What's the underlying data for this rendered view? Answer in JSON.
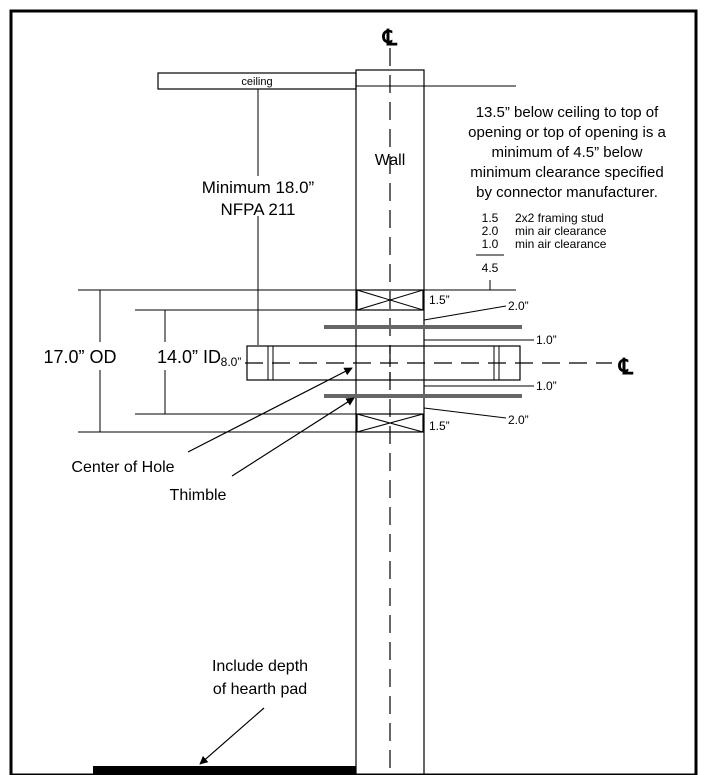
{
  "centerline_symbol": "℄",
  "labels": {
    "ceiling": "ceiling",
    "wall": "Wall",
    "min_height_1": "Minimum 18.0”",
    "min_height_2": "NFPA 211",
    "note": [
      "13.5” below ceiling to top of",
      "opening or top of opening is a",
      "minimum of 4.5” below",
      "minimum clearance specified",
      "by connector manufacturer."
    ],
    "breakdown": [
      {
        "value": "1.5",
        "text": "2x2 framing stud"
      },
      {
        "value": "2.0",
        "text": "min air clearance"
      },
      {
        "value": "1.0",
        "text": "min air clearance"
      }
    ],
    "breakdown_total": "4.5",
    "od": "17.0” OD",
    "id": "14.0” ID",
    "pipe": "8.0”",
    "dim_stud_top": "1.5”",
    "dim_air_top": "2.0”",
    "dim_gap_top": "1.0”",
    "dim_gap_bottom": "1.0”",
    "dim_air_bottom": "2.0”",
    "dim_stud_bottom": "1.5”",
    "center_of_hole": "Center of Hole",
    "thimble": "Thimble",
    "hearth_1": "Include depth",
    "hearth_2": "of hearth pad"
  }
}
